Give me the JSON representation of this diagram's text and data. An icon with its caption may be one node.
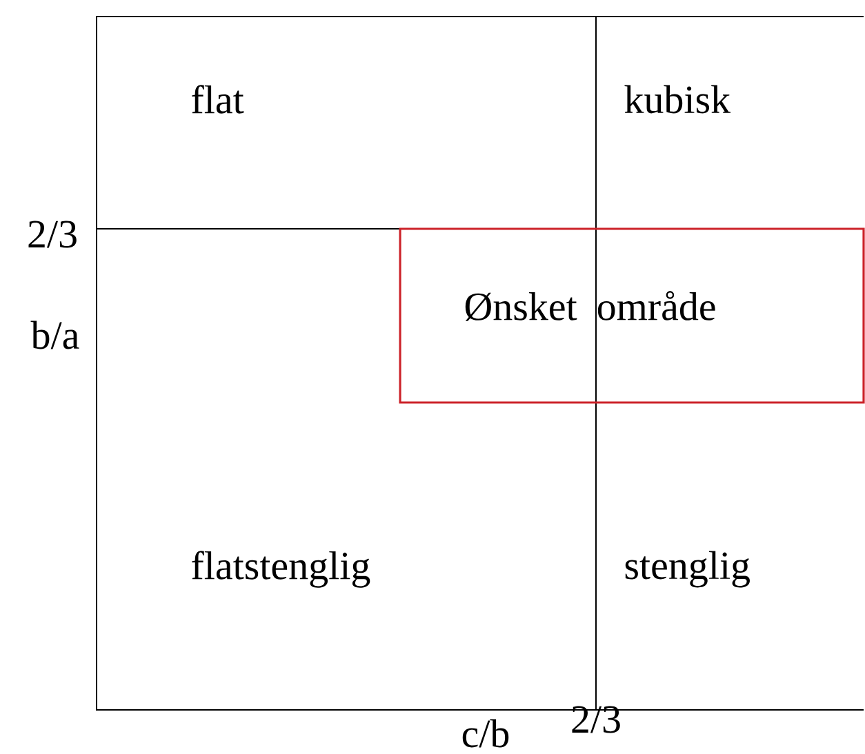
{
  "diagram": {
    "nodes": [
      {
        "text": [
          "Ønsket område"
        ]
      }
    ],
    "labels": [
      "flat",
      "kubisk",
      "2/3",
      "b/a",
      "flatstenglig",
      "stenglig",
      "2/3",
      "c/b"
    ]
  }
}
